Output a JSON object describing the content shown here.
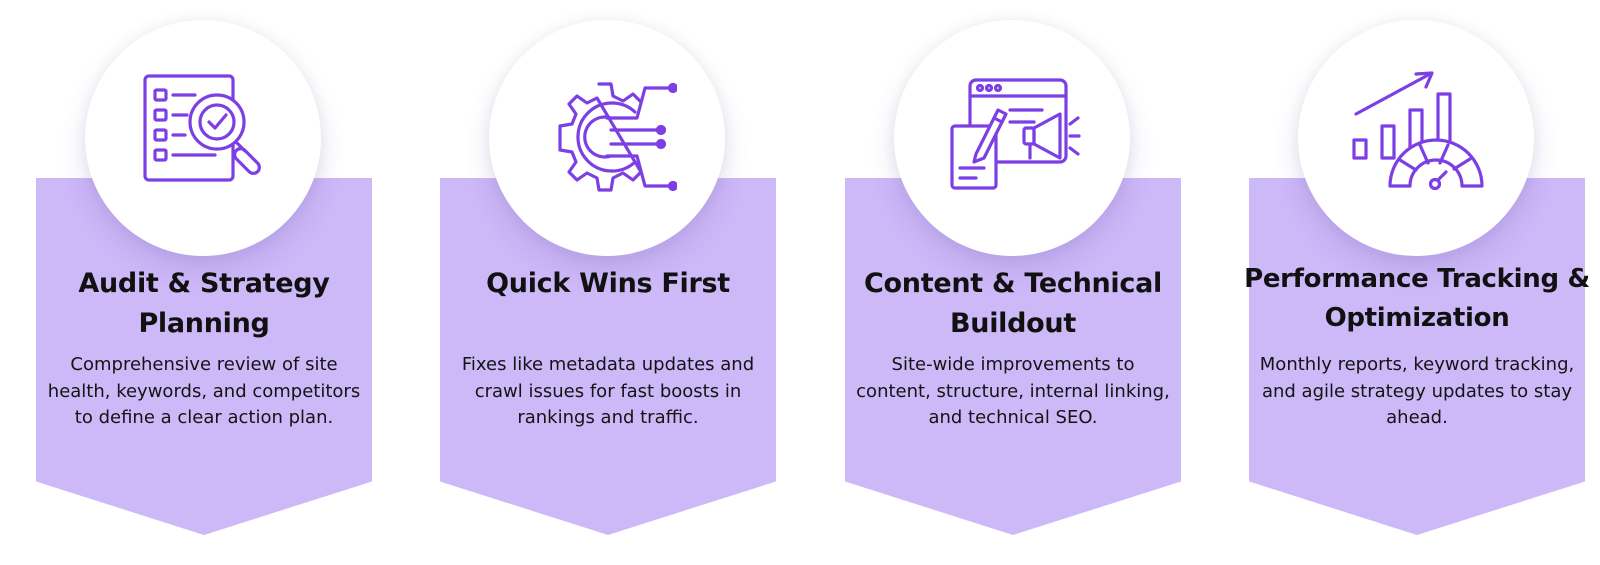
{
  "steps": [
    {
      "icon": "audit-magnifier-icon",
      "title": "Audit & Strategy Planning",
      "description": "Comprehensive review of site health, keywords, and competitors to define a clear action plan."
    },
    {
      "icon": "gear-circuit-icon",
      "title": "Quick Wins First",
      "description": "Fixes like metadata updates and crawl issues for fast boosts in rankings and traffic."
    },
    {
      "icon": "content-megaphone-icon",
      "title": "Content & Technical Buildout",
      "description": "Site-wide improvements to content, structure, internal linking, and technical SEO."
    },
    {
      "icon": "growth-gauge-icon",
      "title": "Performance Tracking & Optimization",
      "description": "Monthly reports, keyword tracking, and agile strategy updates to stay ahead."
    }
  ],
  "colors": {
    "panel": "#cdb8f8",
    "icon": "#7b3fe4",
    "text": "#111111",
    "circle": "#ffffff"
  }
}
